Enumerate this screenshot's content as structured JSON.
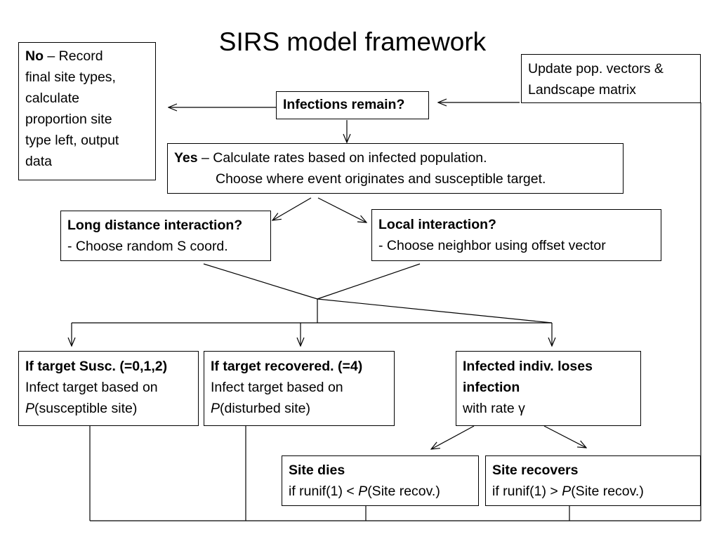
{
  "title": "SIRS model framework",
  "nodes": {
    "no": {
      "bold": "No",
      "rest": " – Record",
      "lines": [
        "final site types,",
        "calculate",
        "proportion site",
        "type left, output",
        "data"
      ]
    },
    "update": {
      "lines": [
        "Update pop. vectors &",
        "Landscape matrix"
      ]
    },
    "infections_remain": {
      "label": "Infections remain?"
    },
    "yes": {
      "bold": "Yes",
      "rest": " – Calculate rates based on infected population.",
      "line2": "Choose where event originates and susceptible target."
    },
    "long_distance": {
      "title": "Long distance interaction?",
      "body": "- Choose random S coord."
    },
    "local": {
      "title": "Local interaction?",
      "body": "- Choose neighbor using offset vector"
    },
    "target_susc": {
      "title": "If target Susc. (=0,1,2)",
      "line1": "Infect target based on",
      "p": "P",
      "line2": "(susceptible site)"
    },
    "target_recovered": {
      "title": "If target recovered. (=4)",
      "line1": "Infect target based on",
      "p": "P",
      "line2": "(disturbed site)"
    },
    "loses_infection": {
      "title1": "Infected indiv.  loses",
      "title2": "infection",
      "body": "with rate γ"
    },
    "site_dies": {
      "title": "Site dies",
      "pre": "if runif(1) < ",
      "p": "P",
      "post": "(Site recov.)"
    },
    "site_recovers": {
      "title": "Site recovers",
      "pre": "if runif(1) > ",
      "p": "P",
      "post": "(Site recov.)"
    }
  }
}
